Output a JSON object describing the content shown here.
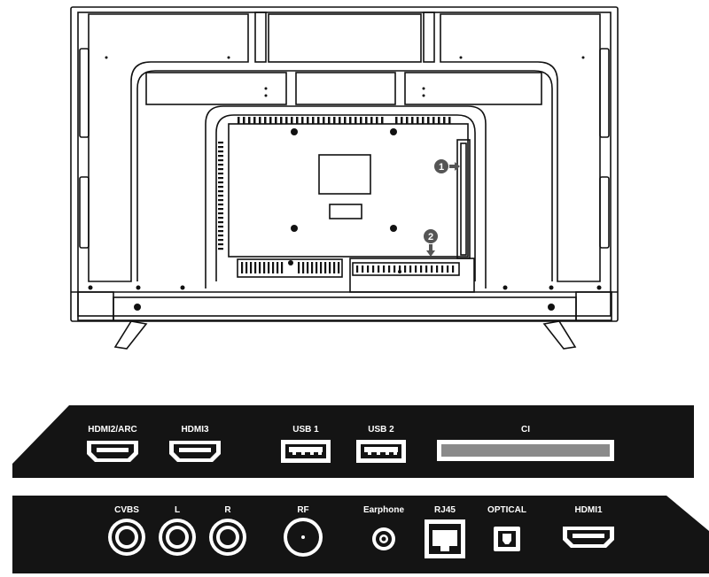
{
  "colors": {
    "line": "#111111",
    "panel": "#141414",
    "port_label": "#ffffff",
    "ci_slot": "#8a8a8a",
    "background": "#ffffff"
  },
  "tv_back": {
    "callouts": [
      {
        "number": "1",
        "icon": "arrow-right-icon"
      },
      {
        "number": "2",
        "icon": "arrow-down-icon"
      }
    ]
  },
  "side_panel": {
    "ports": [
      {
        "label": "HDMI2/ARC",
        "icon": "hdmi-port-icon"
      },
      {
        "label": "HDMI3",
        "icon": "hdmi-port-icon"
      },
      {
        "label": "USB 1",
        "icon": "usb-port-icon"
      },
      {
        "label": "USB 2",
        "icon": "usb-port-icon"
      },
      {
        "label": "CI",
        "icon": "ci-slot-icon"
      }
    ]
  },
  "bottom_panel": {
    "ports": [
      {
        "label": "CVBS",
        "icon": "rca-jack-icon"
      },
      {
        "label": "L",
        "icon": "rca-jack-icon"
      },
      {
        "label": "R",
        "icon": "rca-jack-icon"
      },
      {
        "label": "RF",
        "icon": "rf-connector-icon"
      },
      {
        "label": "Earphone",
        "icon": "earphone-jack-icon"
      },
      {
        "label": "RJ45",
        "icon": "rj45-port-icon"
      },
      {
        "label": "OPTICAL",
        "icon": "optical-port-icon"
      },
      {
        "label": "HDMI1",
        "icon": "hdmi-port-icon"
      }
    ]
  }
}
